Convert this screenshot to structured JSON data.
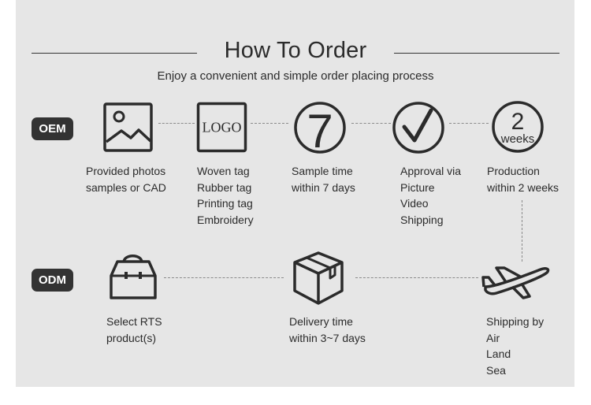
{
  "header": {
    "title": "How To Order",
    "subtitle": "Enjoy a convenient and simple order placing process"
  },
  "oem": {
    "badge": "OEM",
    "steps": [
      {
        "icon": "picture-icon",
        "lines": [
          "Provided photos",
          "samples or CAD"
        ]
      },
      {
        "icon": "logo-tag-icon",
        "icon_text": "LOGO",
        "lines": [
          "Woven tag",
          "Rubber tag",
          "Printing tag",
          "Embroidery"
        ]
      },
      {
        "icon": "seven-days-icon",
        "icon_text": "7",
        "lines": [
          "Sample time",
          "within 7 days"
        ]
      },
      {
        "icon": "checkmark-icon",
        "lines": [
          "Approval via",
          "Picture",
          "Video",
          "Shipping"
        ]
      },
      {
        "icon": "two-weeks-icon",
        "icon_text": "2",
        "icon_subtext": "weeks",
        "lines": [
          "Production",
          "within 2 weeks"
        ]
      }
    ]
  },
  "odm": {
    "badge": "ODM",
    "steps": [
      {
        "icon": "handbag-icon",
        "lines": [
          "Select RTS",
          "product(s)"
        ]
      },
      {
        "icon": "box-icon",
        "lines": [
          "Delivery time",
          "within 3~7 days"
        ]
      },
      {
        "icon": "airplane-icon",
        "lines": [
          "Shipping by",
          "Air",
          "Land",
          "Sea"
        ]
      }
    ]
  },
  "colors": {
    "panel": "#e6e6e6",
    "badge": "#333333",
    "ink": "#2b2b2b"
  }
}
